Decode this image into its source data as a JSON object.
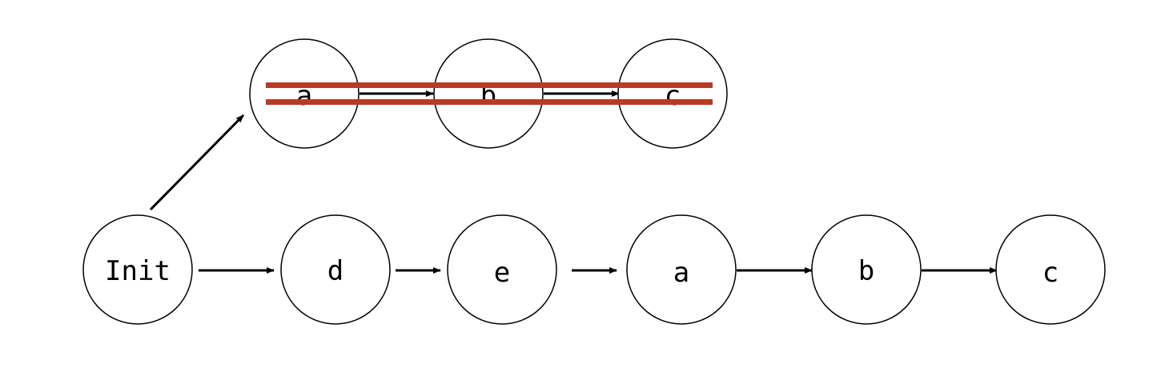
{
  "diagram": {
    "colors": {
      "node_stroke": "#000000",
      "arrow": "#000000",
      "strike": "#b83a26",
      "background": "#ffffff"
    },
    "top_row": {
      "struck_out": true,
      "nodes": [
        "a",
        "b",
        "c"
      ]
    },
    "bottom_row": {
      "nodes": [
        "Init",
        "d",
        "e",
        "a",
        "b",
        "c"
      ]
    },
    "edges": [
      {
        "from": "Init",
        "to": "top.a"
      },
      {
        "from": "top.a",
        "to": "top.b"
      },
      {
        "from": "top.b",
        "to": "top.c"
      },
      {
        "from": "Init",
        "to": "d"
      },
      {
        "from": "d",
        "to": "e"
      },
      {
        "from": "e",
        "to": "a"
      },
      {
        "from": "a",
        "to": "b"
      },
      {
        "from": "b",
        "to": "c"
      }
    ]
  }
}
